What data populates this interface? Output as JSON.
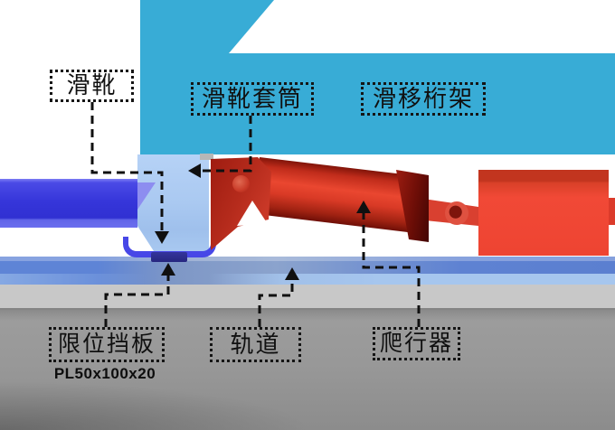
{
  "figure": {
    "type": "3d-construction-detail-diagram",
    "subject": "truss sliding (accumulative launching) node with crawler jack on track"
  },
  "labels": {
    "slide_shoe": "滑靴",
    "slide_shoe_sleeve": "滑靴套筒",
    "sliding_truss": "滑移桁架",
    "limit_stop_plate": "限位挡板",
    "plate_spec": "PL50x100x20",
    "track": "轨道",
    "crawler": "爬行器"
  },
  "callouts": [
    {
      "text": "滑靴",
      "leader": "elbow line with down arrow to the shoe at sleeve bottom"
    },
    {
      "text": "滑靴套筒",
      "leader": "elbow line with left arrow to the pale blue sleeve"
    },
    {
      "text": "滑移桁架",
      "leader": "none (box sits on the cyan truss)"
    },
    {
      "text": "限位挡板",
      "leader": "elbow line with up arrow to the navy stop plate",
      "note": "PL50x100x20"
    },
    {
      "text": "轨道",
      "leader": "elbow line with up arrow to the blue rail"
    },
    {
      "text": "爬行器",
      "leader": "elbow line with up arrow to the red cylinder"
    }
  ],
  "colors": {
    "truss_cyan": "#38acd6",
    "sleeve_pale_blue": "#a9c9f0",
    "beam_blue": "#3636da",
    "shoe_bracket_blue": "#4747e7",
    "stop_plate_navy": "#2b2b8f",
    "rail_blue": "#5b80cc",
    "rail_pale_blue": "#a6c6ee",
    "crawler_red": "#e8442e",
    "anchor_block_red": "#ee4432",
    "upper_gray": "#c8c8c8",
    "ground_gray": "#9a9a9a",
    "leader_black": "#101010",
    "background": "#ffffff"
  }
}
